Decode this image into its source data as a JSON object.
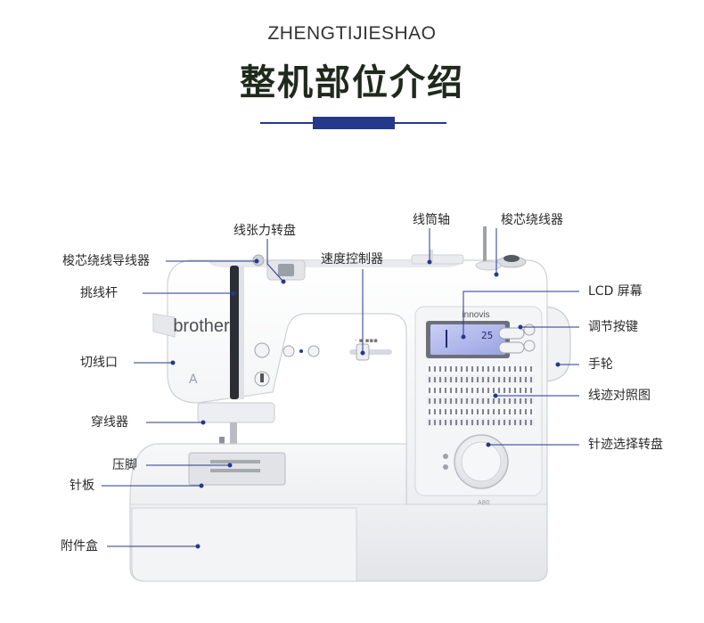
{
  "header": {
    "subtitle": "ZHENGTIJIESHAO",
    "title": "整机部位介绍"
  },
  "machine": {
    "brand": "brother",
    "model_logo": "innovis",
    "model_number": "A80",
    "lcd_readout": "25",
    "accent_color": "#26388a",
    "leader_color": "#26388a"
  },
  "labels": {
    "bobbin_winder_guide": "梭芯绕线导线器",
    "take_up_lever": "挑线杆",
    "thread_cutter": "切线口",
    "needle_threader": "穿线器",
    "presser_foot": "压脚",
    "needle_plate": "针板",
    "accessory_box": "附件盒",
    "tension_dial": "线张力转盘",
    "speed_control": "速度控制器",
    "spool_pin": "线筒轴",
    "bobbin_winder": "梭芯绕线器",
    "lcd_screen": "LCD 屏幕",
    "adjust_buttons": "调节按键",
    "handwheel": "手轮",
    "stitch_chart": "线迹对照图",
    "stitch_dial": "针迹选择转盘"
  }
}
